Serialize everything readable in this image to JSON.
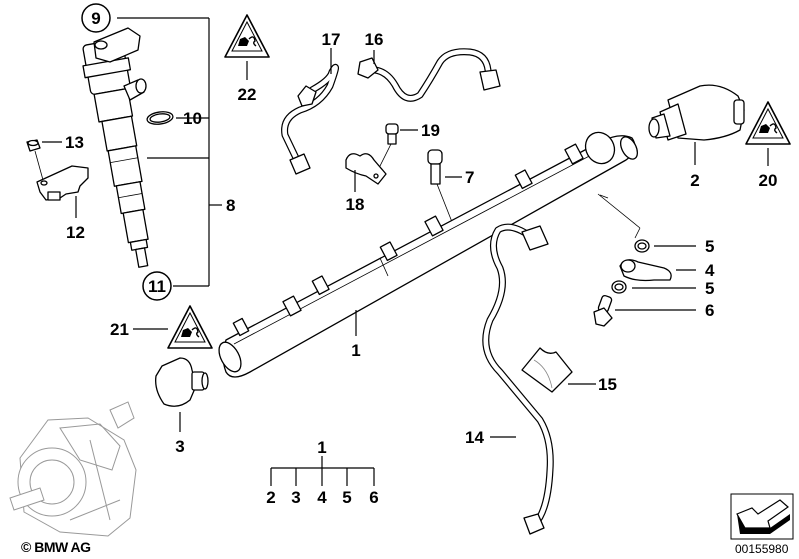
{
  "diagram": {
    "title": "High-pressure fuel rail / injector system",
    "callouts": {
      "c1_rail": "1",
      "c2_pressure_valve": "2",
      "c3_sensor": "3",
      "c4_banjo": "4",
      "c5_seal_a": "5",
      "c5_seal_b": "5",
      "c6_bolt": "6",
      "c7_screw": "7",
      "c8_injector_set": "8",
      "c9_injector": "9",
      "c10_oring": "10",
      "c11_tip": "11",
      "c12_bracket": "12",
      "c13_nut": "13",
      "c14_pipe": "14",
      "c15_label": "15",
      "c16_line": "16",
      "c17_line": "17",
      "c18_clamp": "18",
      "c19_bolt": "19",
      "c20_warning": "20",
      "c21_warning": "21",
      "c22_warning": "22"
    },
    "tree": {
      "parent": "1",
      "children": [
        "2",
        "3",
        "4",
        "5",
        "6"
      ]
    },
    "icons": {
      "warning": "warning-triangle-icon",
      "direction": "direction-arrow-icon"
    }
  },
  "footer": {
    "copyright": "© BMW AG",
    "document_number": "00155980"
  }
}
